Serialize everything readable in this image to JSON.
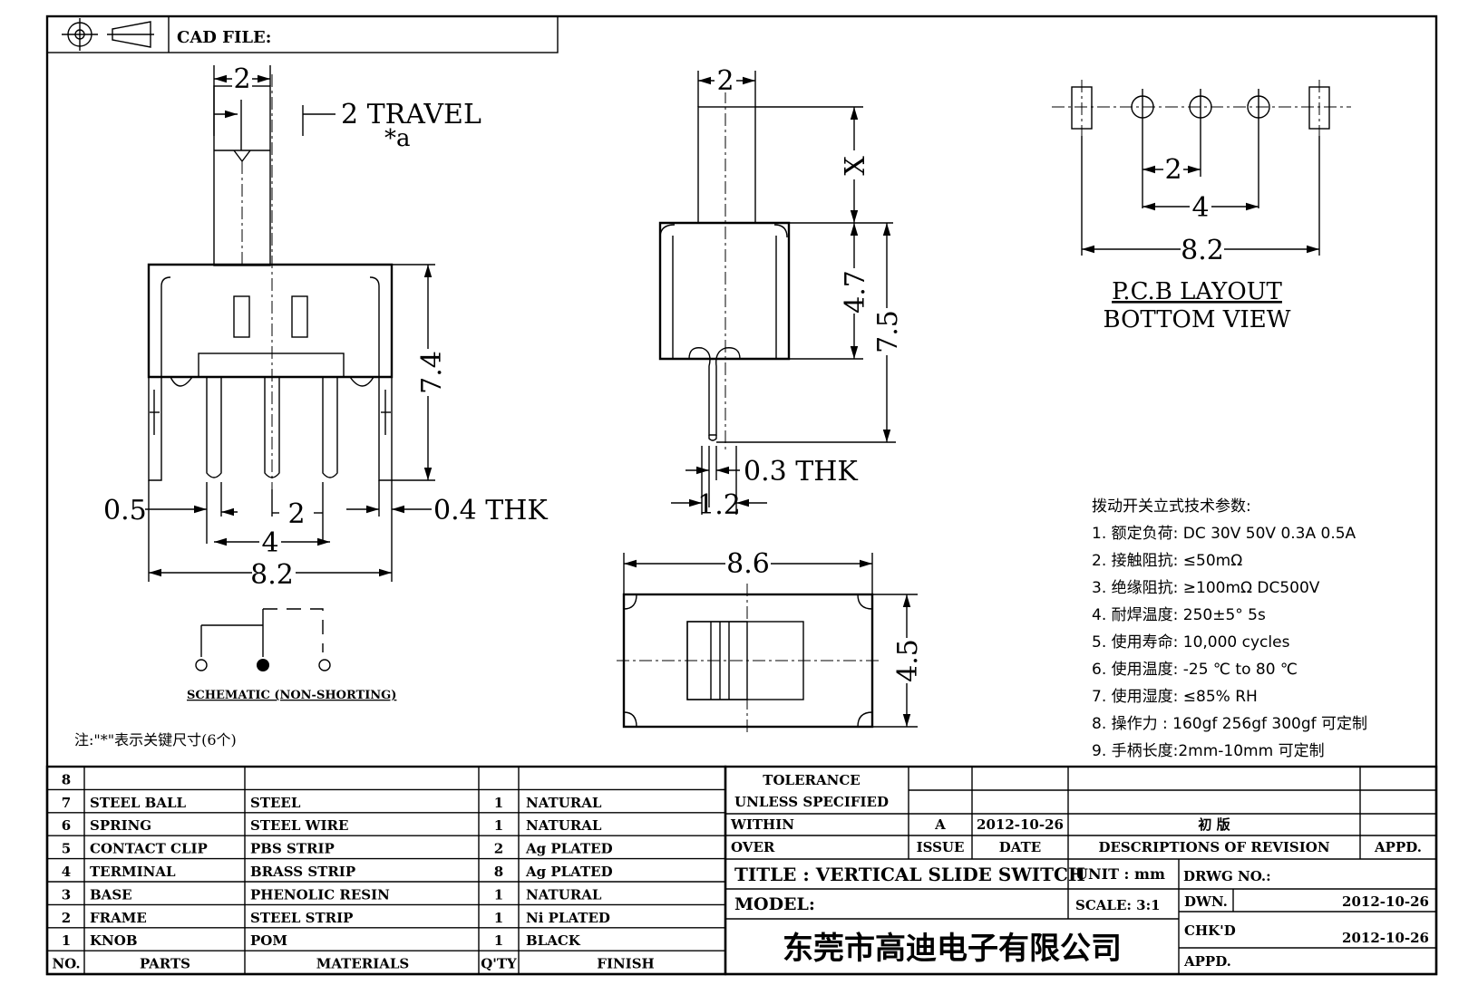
{
  "header": {
    "cad_file_label": "CAD FILE:"
  },
  "left_view": {
    "travel_dim": "2",
    "travel_label": "2 TRAVEL",
    "travel_note": "*a",
    "height_dim": "7.4",
    "edge_dim": "0.5",
    "pitch_dim": "2",
    "thk_dim": "0.4 THK",
    "span_dim": "4",
    "total_dim": "8.2"
  },
  "schematic": {
    "label": "SCHEMATIC (NON-SHORTING)"
  },
  "note": "注:\"*\"表示关键尺寸(6个)",
  "side_view": {
    "knob_dim": "2",
    "knob_len": "X",
    "body_dim": "4.7",
    "total_dim": "7.5",
    "pin_thk": "0.3 THK",
    "pin_width": "1.2"
  },
  "top_view": {
    "width_dim": "8.6",
    "depth_dim": "4.5"
  },
  "pcb": {
    "pitch_dim": "2",
    "span_dim": "4",
    "total_dim": "8.2",
    "title": "P.C.B LAYOUT",
    "subtitle": "BOTTOM VIEW"
  },
  "specs": {
    "heading": "拨动开关立式技术参数:",
    "items": [
      "1.  额定负荷: DC 30V    50V    0.3A    0.5A",
      "2.  接触阻抗: ≤50mΩ",
      "3.  绝缘阻抗: ≥100mΩ   DC500V",
      "4.  耐焊温度: 250±5°  5s",
      "5.  使用寿命: 10,000 cycles",
      "6.  使用温度: -25  ℃  to 80  ℃",
      "7.  使用湿度: ≤85% RH",
      "8.  操作力 : 160gf    256gf    300gf   可定制",
      "9.  手柄长度:2mm-10mm   可定制"
    ]
  },
  "bom": {
    "header": {
      "no": "NO.",
      "parts": "PARTS",
      "materials": "MATERIALS",
      "qty": "Q'TY",
      "finish": "FINISH"
    },
    "rows": [
      {
        "no": "8",
        "part": "",
        "material": "",
        "qty": "",
        "finish": ""
      },
      {
        "no": "7",
        "part": "STEEL BALL",
        "material": "STEEL",
        "qty": "1",
        "finish": "NATURAL"
      },
      {
        "no": "6",
        "part": "SPRING",
        "material": "STEEL WIRE",
        "qty": "1",
        "finish": "NATURAL"
      },
      {
        "no": "5",
        "part": "CONTACT CLIP",
        "material": "PBS STRIP",
        "qty": "2",
        "finish": "Ag PLATED"
      },
      {
        "no": "4",
        "part": "TERMINAL",
        "material": "BRASS STRIP",
        "qty": "8",
        "finish": "Ag PLATED"
      },
      {
        "no": "3",
        "part": "BASE",
        "material": "PHENOLIC RESIN",
        "qty": "1",
        "finish": "NATURAL"
      },
      {
        "no": "2",
        "part": "FRAME",
        "material": "STEEL STRIP",
        "qty": "1",
        "finish": "Ni PLATED"
      },
      {
        "no": "1",
        "part": "KNOB",
        "material": "POM",
        "qty": "1",
        "finish": "BLACK"
      }
    ]
  },
  "title_block": {
    "tolerance": "TOLERANCE",
    "unless": "UNLESS  SPECIFIED",
    "within": "WITHIN",
    "over": "OVER",
    "rev": "A",
    "rev_date": "2012-10-26",
    "rev_desc": "初  版",
    "issue_label": "ISSUE",
    "date_label": "DATE",
    "desc_label": "DESCRIPTIONS OF REVISION",
    "appd_label": "APPD.",
    "title": "TITLE :  VERTICAL SLIDE SWITCH",
    "unit": "UNIT :  mm",
    "drwg": "DRWG NO.:",
    "model": "MODEL:",
    "scale": "SCALE:  3:1",
    "dwn_label": "DWN.",
    "dwn_date": "2012-10-26",
    "chkd_label": "CHK'D",
    "chkd_date": "2012-10-26",
    "appd_row_label": "APPD.",
    "company": "东莞市高迪电子有限公司"
  }
}
